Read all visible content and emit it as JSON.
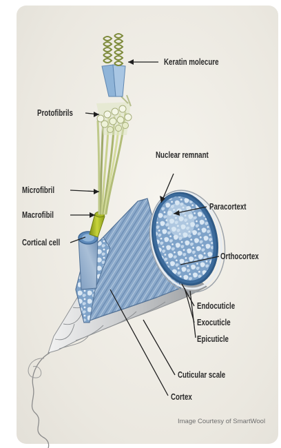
{
  "labels": {
    "keratin_molecule": "Keratin molecure",
    "protofibrils": "Protofibrils",
    "nuclear_remnant": "Nuclear remnant",
    "paracortex": "Paracortext",
    "microfibril": "Microfibril",
    "macrofibril": "Macrofibil",
    "cortical_cell": "Cortical cell",
    "orthocortex": "Orthocortex",
    "endocuticle": "Endocuticle",
    "exocuticle": "Exocuticle",
    "epicuticle": "Epicuticle",
    "cuticular_scale": "Cuticular scale",
    "cortex": "Cortex"
  },
  "credit": "Image Courtesy of SmartWool",
  "colors": {
    "background": "#ece9e1",
    "keratin_blue": "#8fb4d8",
    "fibril_green": "#b8c47a",
    "macrofibril_green": "#9fb11f",
    "cortex_blue": "#6b93c0",
    "scale_grey": "#c9cbcd"
  }
}
